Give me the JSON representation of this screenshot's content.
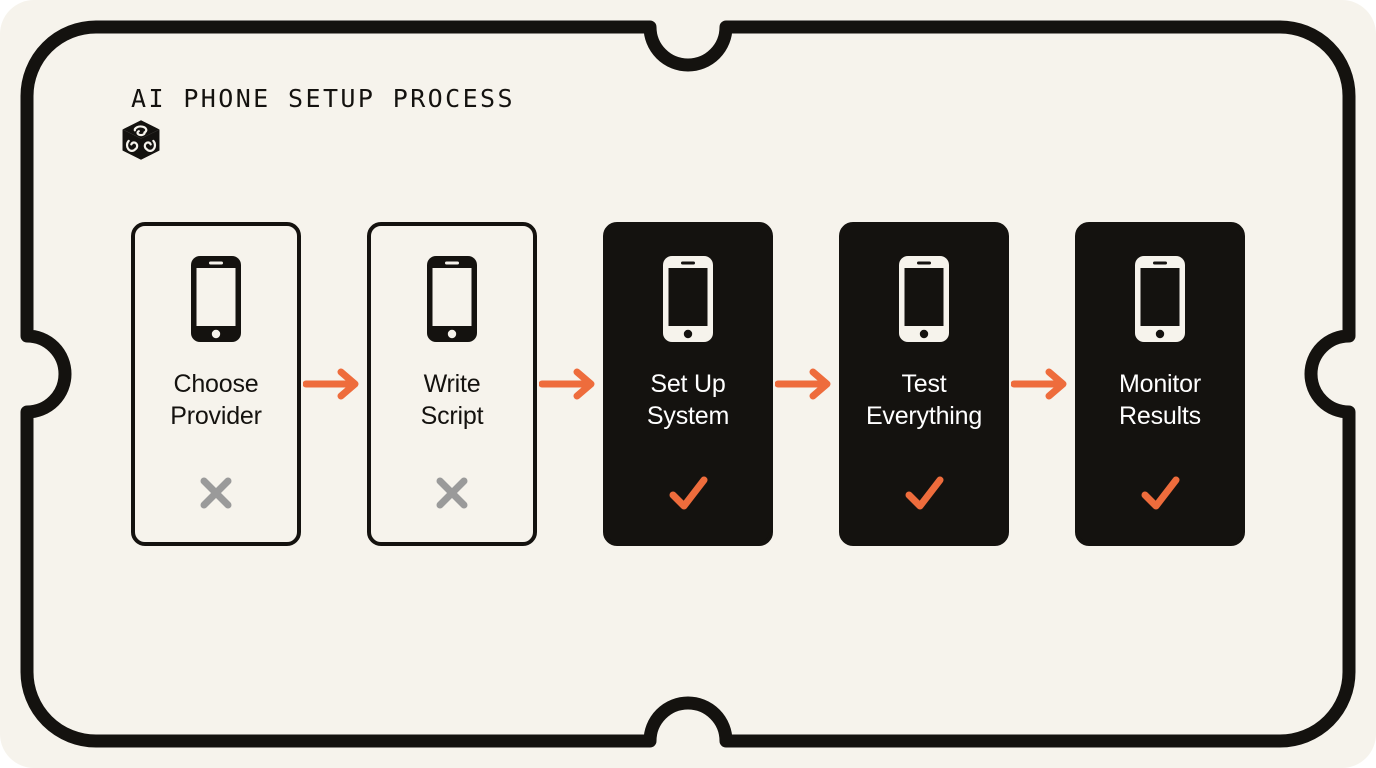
{
  "page": {
    "background_color": "#f6f3ec",
    "frame_color": "#14120f",
    "accent_color": "#ee6c3c",
    "muted_color": "#9a9a9a"
  },
  "header": {
    "title": "AI PHONE SETUP PROCESS",
    "logo_icon": "swirl-cube-logo-icon"
  },
  "flow": {
    "arrow_icon": "arrow-right-icon",
    "steps": [
      {
        "index": 1,
        "label": "Choose\nProvider",
        "label_line1": "Choose",
        "label_line2": "Provider",
        "theme": "light",
        "status": "incomplete",
        "status_icon": "x-mark-icon",
        "phone_icon": "smartphone-icon"
      },
      {
        "index": 2,
        "label": "Write\nScript",
        "label_line1": "Write",
        "label_line2": "Script",
        "theme": "light",
        "status": "incomplete",
        "status_icon": "x-mark-icon",
        "phone_icon": "smartphone-icon"
      },
      {
        "index": 3,
        "label": "Set Up\nSystem",
        "label_line1": "Set Up",
        "label_line2": "System",
        "theme": "dark",
        "status": "complete",
        "status_icon": "check-mark-icon",
        "phone_icon": "smartphone-icon"
      },
      {
        "index": 4,
        "label": "Test\nEverything",
        "label_line1": "Test",
        "label_line2": "Everything",
        "theme": "dark",
        "status": "complete",
        "status_icon": "check-mark-icon",
        "phone_icon": "smartphone-icon"
      },
      {
        "index": 5,
        "label": "Monitor\nResults",
        "label_line1": "Monitor",
        "label_line2": "Results",
        "theme": "dark",
        "status": "complete",
        "status_icon": "check-mark-icon",
        "phone_icon": "smartphone-icon"
      }
    ]
  }
}
